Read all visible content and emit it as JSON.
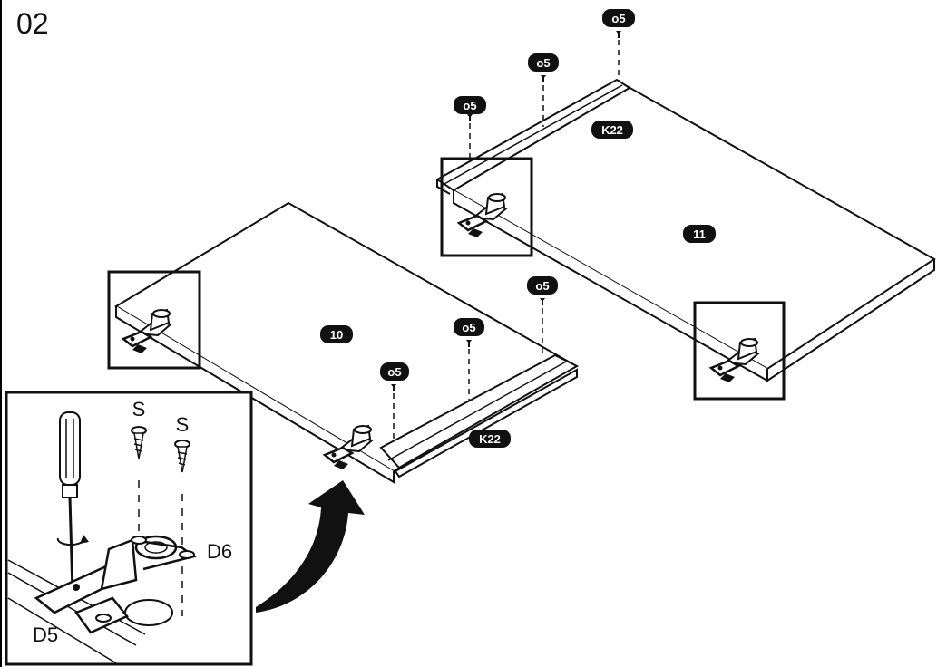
{
  "step_number": "02",
  "parts": {
    "panel_left": "10",
    "panel_right": "11",
    "profile": "K22",
    "fastener": "o5"
  },
  "detail": {
    "screw_label_1": "S",
    "screw_label_2": "S",
    "hinge_cup": "D6",
    "hinge_plate": "D5"
  },
  "colors": {
    "line": "#111111",
    "badge": "#111111",
    "background": "#ffffff"
  }
}
